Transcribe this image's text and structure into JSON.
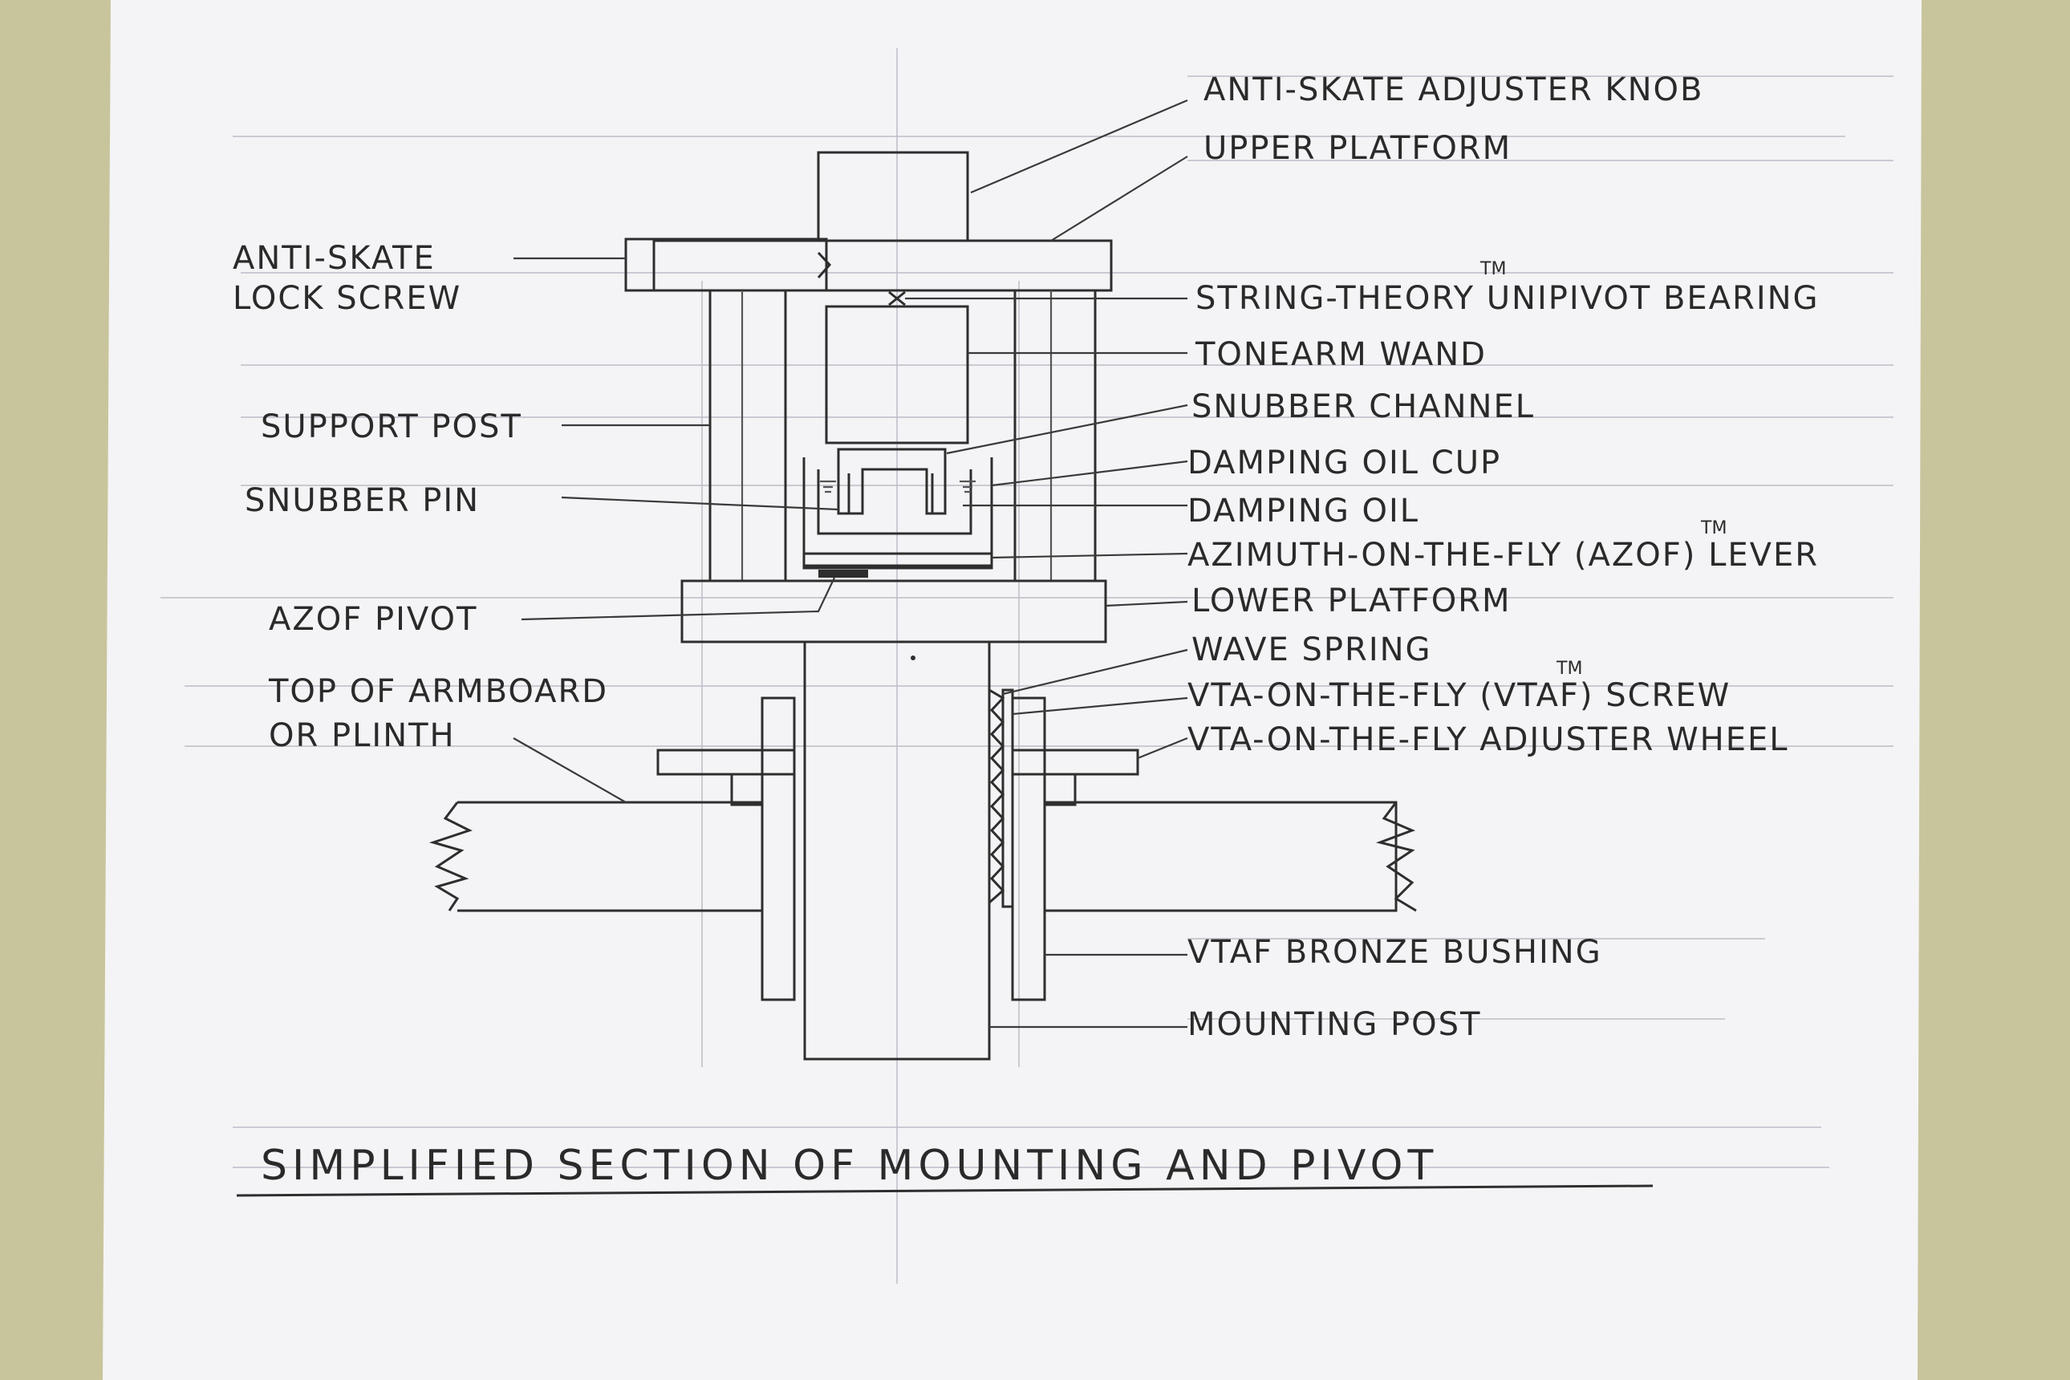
{
  "title": "SIMPLIFIED SECTION OF MOUNTING AND PIVOT",
  "trademark": "TM",
  "labels_right": [
    "ANTI-SKATE ADJUSTER KNOB",
    "UPPER PLATFORM",
    "STRING-THEORY UNIPIVOT BEARING",
    "TONEARM WAND",
    "SNUBBER CHANNEL",
    "DAMPING OIL CUP",
    "DAMPING OIL",
    "AZIMUTH-ON-THE-FLY (AZOF) LEVER",
    "LOWER PLATFORM",
    "WAVE SPRING",
    "VTA-ON-THE-FLY (VTAF) SCREW",
    "VTA-ON-THE-FLY ADJUSTER WHEEL",
    "VTAF BRONZE BUSHING",
    "MOUNTING POST"
  ],
  "labels_left": {
    "anti_skate_line1": "ANTI-SKATE",
    "anti_skate_line2": "LOCK SCREW",
    "support_post": "SUPPORT POST",
    "snubber_pin": "SNUBBER PIN",
    "azof_pivot": "AZOF PIVOT",
    "armboard_line1": "TOP OF ARMBOARD",
    "armboard_line2": "OR PLINTH"
  },
  "colors": {
    "background": "#c8c59c",
    "paper": "#f4f4f6",
    "ink": "#2e2e2e"
  }
}
